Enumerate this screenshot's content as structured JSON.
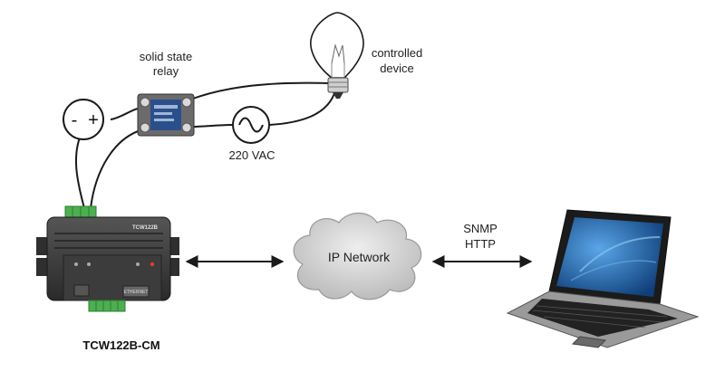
{
  "labels": {
    "relay_line1": "solid state",
    "relay_line2": "relay",
    "device_line1": "controlled",
    "device_line2": "device",
    "ac_source": "220 VAC",
    "network": "IP Network",
    "protocol_line1": "SNMP",
    "protocol_line2": "HTTP",
    "controller": "TCW122B-CM",
    "controller_badge": "TCW122B",
    "dc_plus": "+",
    "dc_minus": "-",
    "ethernet_tag": "ETHERNET"
  },
  "colors": {
    "wire": "#1a1a1a",
    "device_body": "#3a3a3a",
    "terminal_green": "#4caf50",
    "cloud_fill": "#d4d4d4",
    "laptop_screen": "#1d5fa8"
  },
  "icons": {
    "dc_source": "dc-source-icon",
    "ac_source": "ac-source-icon",
    "relay": "relay-icon",
    "bulb": "light-bulb-icon",
    "cloud": "cloud-icon",
    "laptop": "laptop-icon",
    "controller": "controller-device-icon"
  }
}
